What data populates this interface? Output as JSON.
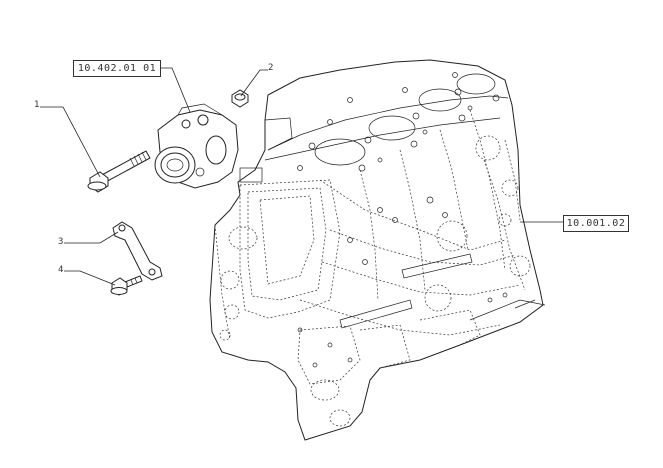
{
  "references": {
    "thermostat_group": "10.402.01 01",
    "engine_block": "10.001.02"
  },
  "callouts": {
    "item1": "1",
    "item2": "2",
    "item3": "3",
    "item4": "4"
  }
}
